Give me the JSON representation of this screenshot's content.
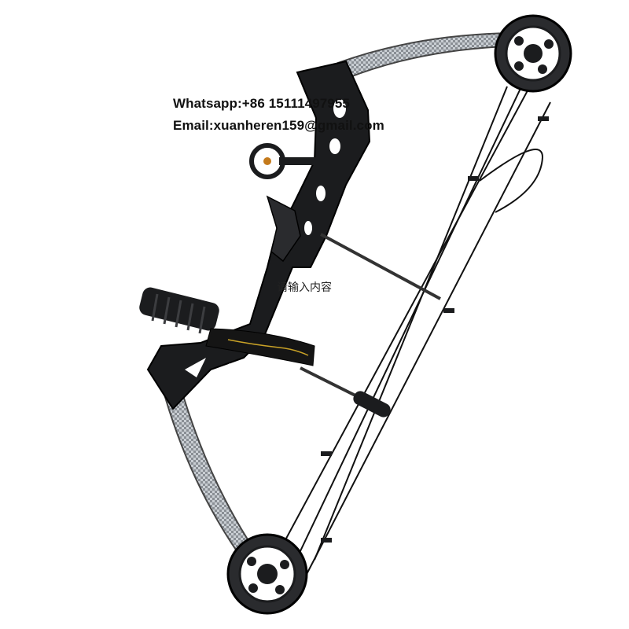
{
  "overlay": {
    "whatsapp": "Whatsapp:+86 15111497955",
    "email": "Email:xuanheren159@gmail.com",
    "placeholder": "请输入内容"
  },
  "colors": {
    "limb_gray": "#8f959b",
    "riser_black": "#1b1c1e",
    "string_black": "#111111",
    "background": "#ffffff"
  }
}
